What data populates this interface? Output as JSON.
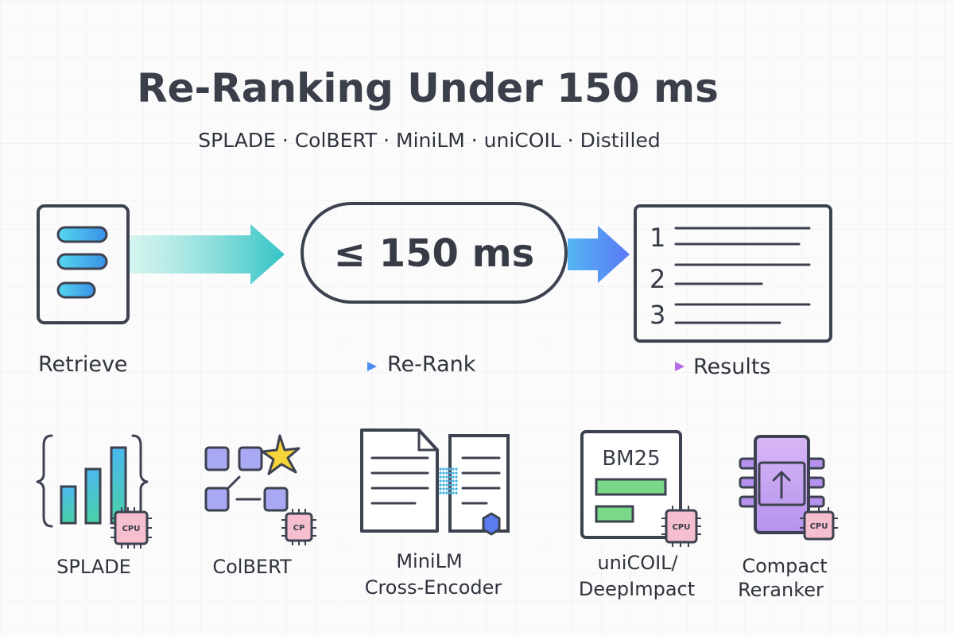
{
  "title": "Re-Ranking Under 150 ms",
  "subtitle": "SPLADE · ColBERT · MiniLM · uniCOIL · Distilled",
  "latency_label": "≤ 150 ms",
  "stages": {
    "retrieve": "Retrieve",
    "rerank": "Re-Rank",
    "results": "Results"
  },
  "result_ranks": [
    "1",
    "2",
    "3"
  ],
  "chip_text": "CPU",
  "chip_text_short": "CP",
  "bm25_label": "BM25",
  "models": {
    "splade": "SPLADE",
    "colbert": "ColBERT",
    "minilm_line1": "MiniLM",
    "minilm_line2": "Cross-Encoder",
    "unicoil_line1": "uniCOIL/",
    "unicoil_line2": "DeepImpact",
    "compact_line1": "Compact",
    "compact_line2": "Reranker"
  },
  "colors": {
    "ink": "#3d4250",
    "teal": "#3ec7c0",
    "blue": "#4a8ff2",
    "purple": "#b36ae8",
    "chip_pink": "#f5bfcf",
    "bar_green": "#7ad889",
    "node_purple": "#a9a8f3"
  }
}
